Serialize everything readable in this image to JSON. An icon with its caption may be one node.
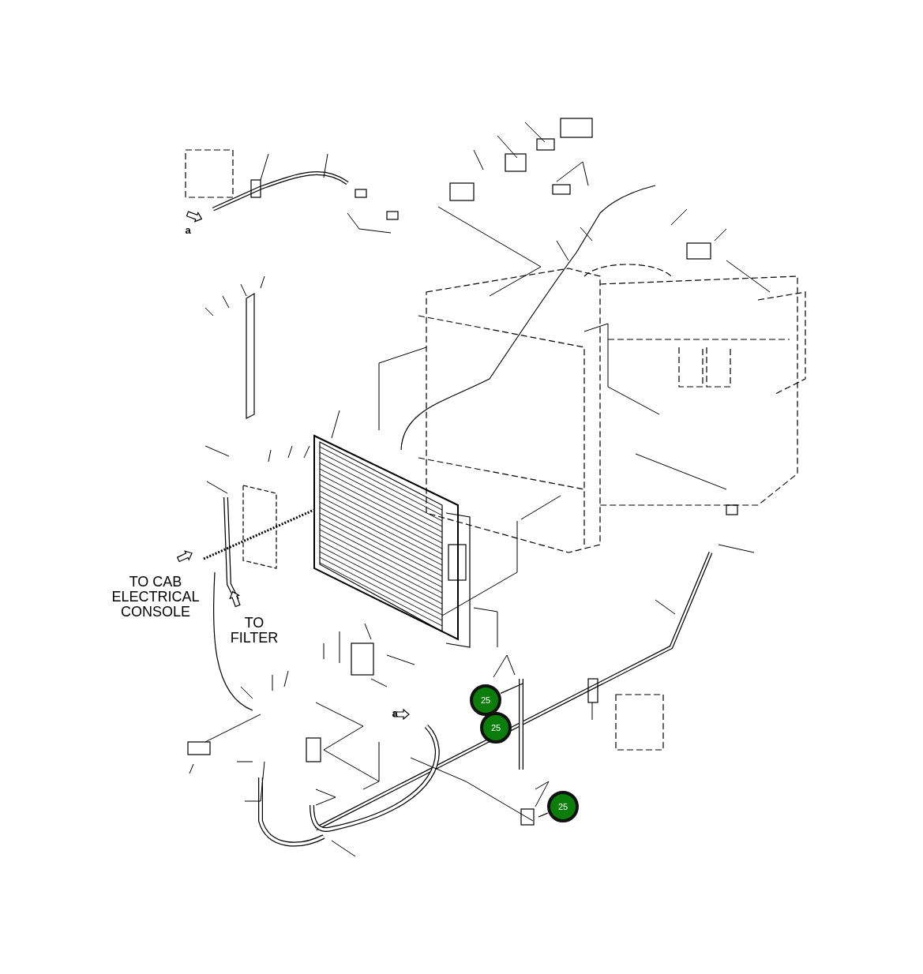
{
  "diagram": {
    "nodes": [
      {
        "text": [
          "25"
        ]
      },
      {
        "text": [
          "25"
        ]
      },
      {
        "text": [
          "25"
        ]
      }
    ],
    "edges": [
      {
        "from": 0,
        "to": null,
        "arrow": "none"
      },
      {
        "from": 2,
        "to": null,
        "arrow": "none"
      }
    ],
    "labels": [
      "a",
      "TO CAB ELECTRICAL CONSOLE",
      "TO FILTER",
      "a"
    ]
  }
}
